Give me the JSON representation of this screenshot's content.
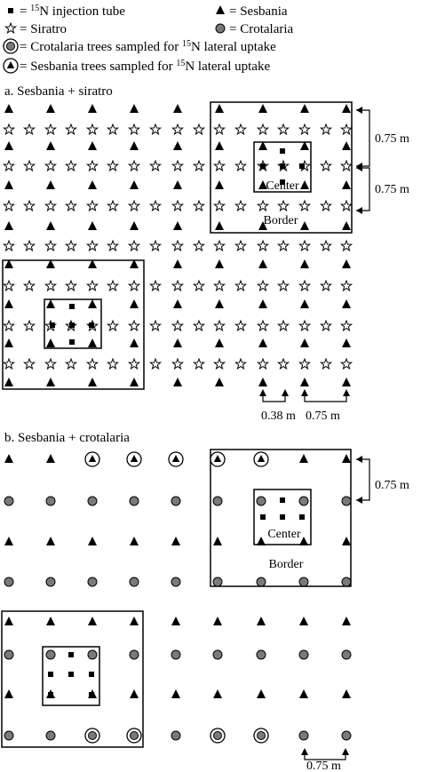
{
  "legend": {
    "injection_tube": "= ",
    "injection_sup": "15",
    "injection_rest": "N injection tube",
    "sesbania": "= Sesbania",
    "siratro": "= Siratro",
    "crotalaria": "= Crotalaria",
    "crot_sampled_a": "= Crotalaria trees sampled for ",
    "crot_sampled_sup": "15",
    "crot_sampled_b": "N lateral uptake",
    "sesb_sampled_a": "= Sesbania trees sampled for ",
    "sesb_sampled_sup": "15",
    "sesb_sampled_b": "N lateral uptake"
  },
  "panel_a": {
    "title": "a. Sesbania + siratro",
    "center_label": "Center",
    "border_label": "Border",
    "dim_top": "0.75 m",
    "dim_mid": "0.75 m",
    "dim_left": "0.38 m",
    "dim_right": "0.75 m"
  },
  "panel_b": {
    "title": "b. Sesbania + crotalaria",
    "center_label": "Center",
    "border_label": "Border",
    "dim_top": "0.75 m",
    "dim_bottom": "0.75 m"
  },
  "colors": {
    "ink": "#000000",
    "crotalaria_fill": "#7a7a7a",
    "background": "#ffffff"
  }
}
